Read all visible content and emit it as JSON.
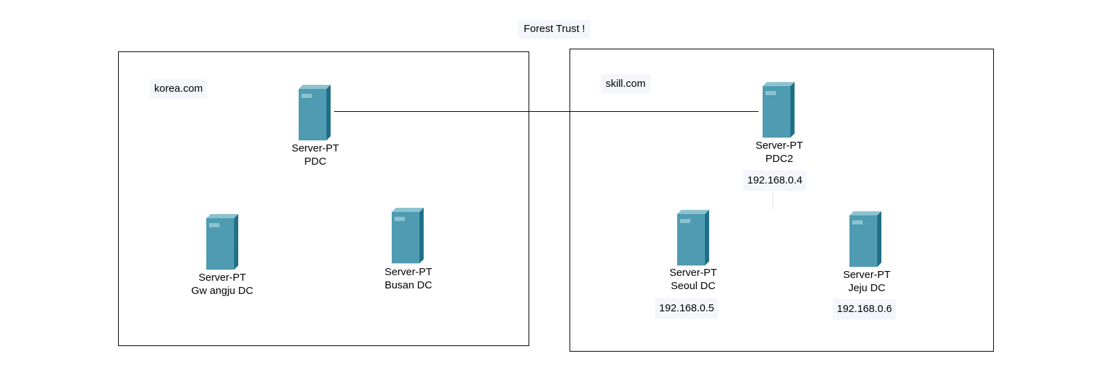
{
  "title": "Forest Trust !",
  "colors": {
    "server_front": "#4f9bb1",
    "server_side": "#1f6f86",
    "server_top": "#8cc3d1",
    "label_bg": "#f4f6fb",
    "border": "#000000"
  },
  "domains": [
    {
      "name": "korea.com",
      "servers": [
        {
          "model": "Server-PT",
          "name": "PDC",
          "icon": "server-icon"
        },
        {
          "model": "Server-PT",
          "name": "Gw angju DC",
          "icon": "server-icon"
        },
        {
          "model": "Server-PT",
          "name": "Busan DC",
          "icon": "server-icon"
        }
      ]
    },
    {
      "name": "skill.com",
      "servers": [
        {
          "model": "Server-PT",
          "name": "PDC2",
          "ip": "192.168.0.4",
          "icon": "server-icon"
        },
        {
          "model": "Server-PT",
          "name": "Seoul DC",
          "ip": "192.168.0.5",
          "icon": "server-icon"
        },
        {
          "model": "Server-PT",
          "name": "Jeju DC",
          "ip": "192.168.0.6",
          "icon": "server-icon"
        }
      ]
    }
  ]
}
